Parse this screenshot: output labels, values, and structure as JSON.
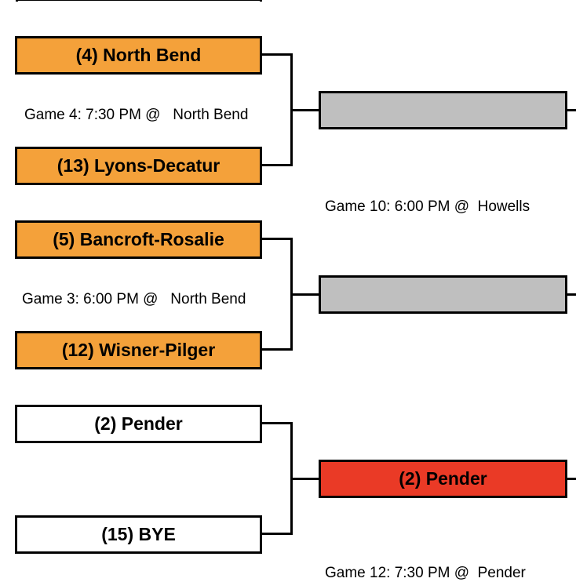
{
  "teams": {
    "north_bend": "(4) North Bend",
    "lyons_decatur": "(13) Lyons-Decatur",
    "bancroft_rosalie": "(5) Bancroft-Rosalie",
    "wisner_pilger": "(12) Wisner-Pilger",
    "pender": "(2) Pender",
    "bye": "(15) BYE",
    "pender_advanced": "(2) Pender"
  },
  "games": {
    "game4": "Game 4: 7:30 PM @   North Bend",
    "game3": "Game 3: 6:00 PM @   North Bend",
    "game10": "Game 10: 6:00 PM @  Howells",
    "game12": "Game 12: 7:30 PM @  Pender"
  },
  "colors": {
    "team_fill": "#f4a13a",
    "empty_slot": "#bfbfbf",
    "advanced": "#ea3a26",
    "unplayed": "#ffffff"
  }
}
